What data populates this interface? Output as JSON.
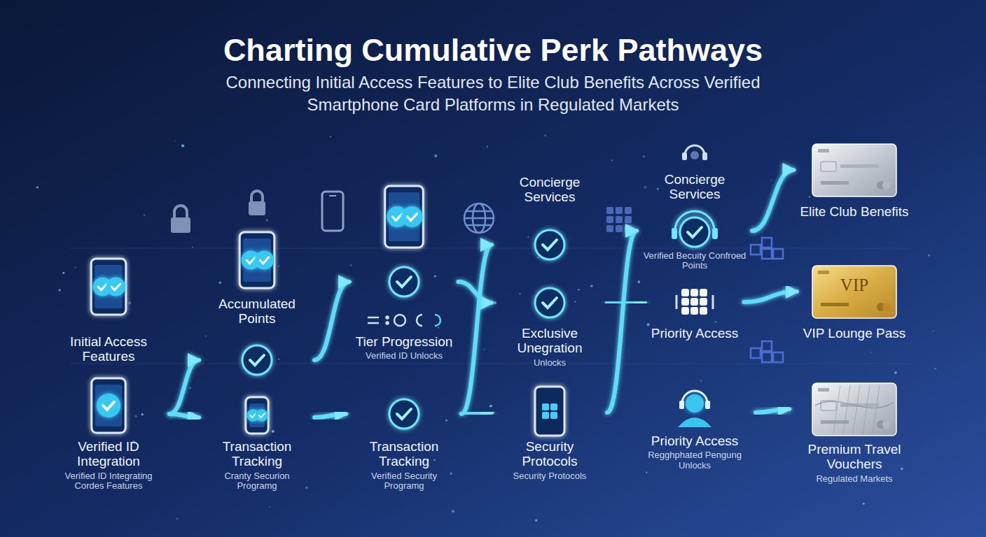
{
  "diagram": {
    "title": "Charting Cumulative Perk Pathways",
    "caption": "Connecting Initial Access Features to Elite Club Benefits Across Verified Smartphone Card Platforms in Regulated Markets",
    "nodes": [
      {
        "text": [
          "Initial Access Features"
        ]
      },
      {
        "text": [
          "Verified ID Integration",
          "Verified ID Integrating Cordes Features"
        ]
      },
      {
        "text": [
          "Accumulated Points"
        ]
      },
      {
        "text": [
          "Transaction Tracking",
          "Cranty Securion Programg"
        ]
      },
      {
        "text": [
          "Tier Progression",
          "Verified ID Unlocks"
        ]
      },
      {
        "text": [
          "Transaction Tracking",
          "Verified Security Programg"
        ]
      },
      {
        "text": [
          "Concierge Services"
        ]
      },
      {
        "text": [
          "Exclusive Unegration",
          "Unlocks"
        ]
      },
      {
        "text": [
          "Security Protocols",
          "Security Protocols"
        ]
      },
      {
        "text": [
          "Concierge Services",
          "Verified Becuity Confroed Points"
        ]
      },
      {
        "text": [
          "Priority Access"
        ]
      },
      {
        "text": [
          "Priority Access",
          "Regghphated Pengung Unlocks"
        ]
      },
      {
        "text": [
          "Elite Club Benefits"
        ]
      },
      {
        "text": [
          "VIP",
          "VIP Lounge Pass"
        ]
      },
      {
        "text": [
          "Premium Travel Vouchers",
          "Regulated Markets"
        ]
      }
    ],
    "edges": [
      {
        "from": 1,
        "to": 2,
        "arrow": "to"
      },
      {
        "from": 1,
        "to": 3,
        "arrow": "to"
      },
      {
        "from": 2,
        "to": 4,
        "arrow": "to"
      },
      {
        "from": 3,
        "to": 5,
        "arrow": "to"
      },
      {
        "from": 4,
        "to": 7,
        "arrow": "to"
      },
      {
        "from": 5,
        "to": 6,
        "arrow": "to"
      },
      {
        "from": 5,
        "to": 8,
        "arrow": "to"
      },
      {
        "from": 7,
        "to": 10,
        "arrow": "to"
      },
      {
        "from": 8,
        "to": 9,
        "arrow": "to"
      },
      {
        "from": 8,
        "to": 11,
        "arrow": "to"
      },
      {
        "from": 9,
        "to": 12,
        "arrow": "to"
      },
      {
        "from": 10,
        "to": 13,
        "arrow": "to"
      },
      {
        "from": 11,
        "to": 14,
        "arrow": "to"
      }
    ]
  }
}
